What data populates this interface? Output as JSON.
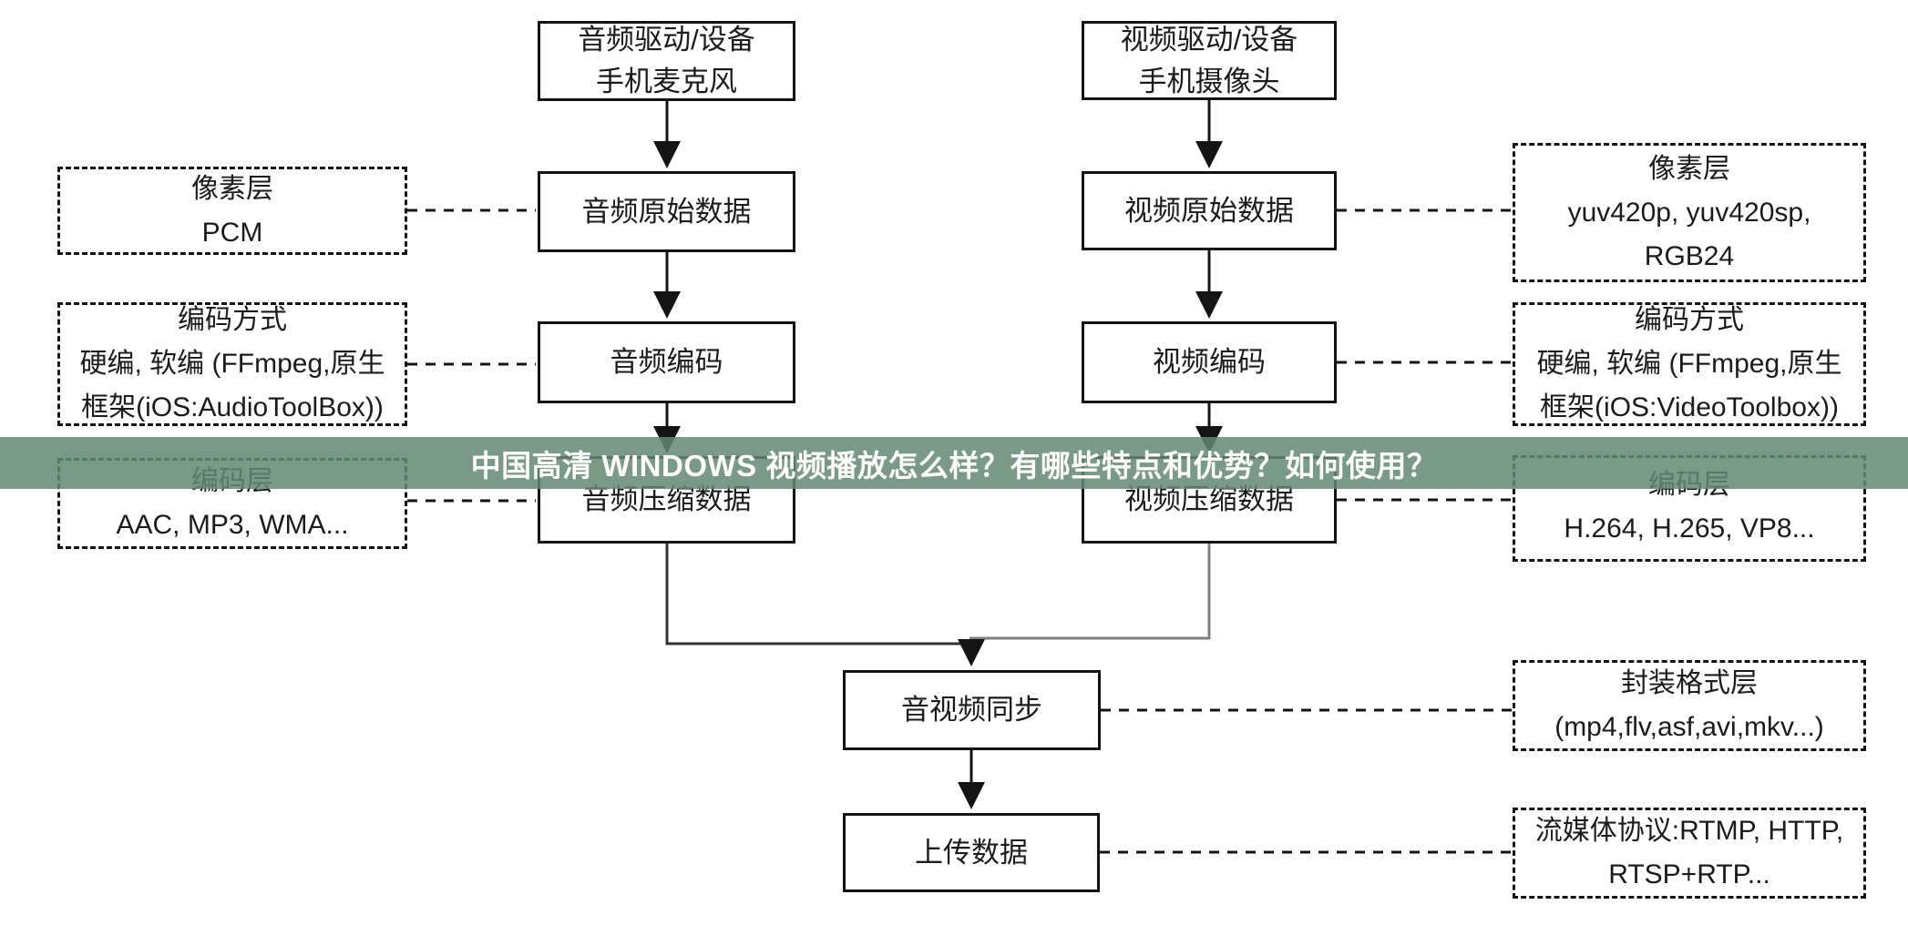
{
  "banner": {
    "title": "中国高清 WINDOWS 视频播放怎么样？有哪些特点和优势？如何使用？",
    "background_color": "#7a9f8d",
    "text_color": "#ffffff"
  },
  "colors": {
    "line_black": "#2a2a2a",
    "line_gray": "#7f7f7f",
    "box_border": "#141414",
    "background": "#ffffff"
  },
  "flowchart": {
    "solid_nodes": {
      "audio_device": {
        "lines": [
          "音频驱动/设备",
          "手机麦克风"
        ]
      },
      "audio_raw": {
        "lines": [
          "音频原始数据"
        ]
      },
      "audio_encode": {
        "lines": [
          "音频编码"
        ]
      },
      "audio_compressed": {
        "lines": [
          "音频压缩数据"
        ]
      },
      "video_device": {
        "lines": [
          "视频驱动/设备",
          "手机摄像头"
        ]
      },
      "video_raw": {
        "lines": [
          "视频原始数据"
        ]
      },
      "video_encode": {
        "lines": [
          "视频编码"
        ]
      },
      "video_compressed": {
        "lines": [
          "视频压缩数据"
        ]
      },
      "av_sync": {
        "lines": [
          "音视频同步"
        ]
      },
      "upload": {
        "lines": [
          "上传数据"
        ]
      }
    },
    "dashed_nodes": {
      "audio_sample": {
        "lines": [
          "像素层",
          "PCM"
        ]
      },
      "audio_method": {
        "lines": [
          "编码方式",
          "硬编, 软编 (FFmpeg,原生",
          "框架(iOS:AudioToolBox))"
        ]
      },
      "audio_layer": {
        "lines": [
          "编码层",
          "AAC, MP3, WMA..."
        ]
      },
      "video_pixel": {
        "lines": [
          "像素层",
          "yuv420p, yuv420sp,",
          "RGB24"
        ]
      },
      "video_method": {
        "lines": [
          "编码方式",
          "硬编, 软编 (FFmpeg,原生",
          "框架(iOS:VideoToolbox))"
        ]
      },
      "video_layer": {
        "lines": [
          "编码层",
          "H.264, H.265, VP8..."
        ]
      },
      "mux": {
        "lines": [
          "封装格式层",
          "(mp4,flv,asf,avi,mkv...)"
        ]
      },
      "protocol": {
        "lines": [
          "流媒体协议:RTMP, HTTP,",
          "RTSP+RTP..."
        ]
      }
    }
  }
}
